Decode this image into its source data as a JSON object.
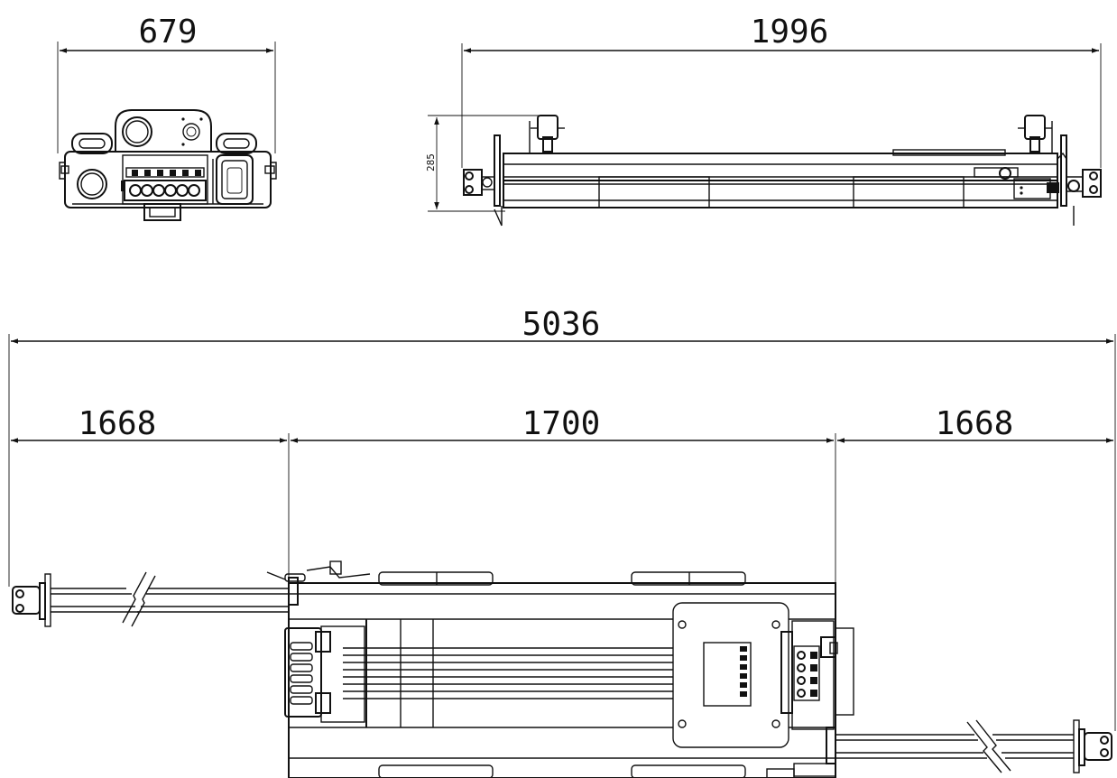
{
  "dimensions": {
    "front_width": "679",
    "side_length": "1996",
    "side_height": "285",
    "total_length": "5036",
    "left_extension": "1668",
    "center_body": "1700",
    "right_extension": "1668"
  },
  "colors": {
    "line": "#111111",
    "background": "#ffffff"
  }
}
